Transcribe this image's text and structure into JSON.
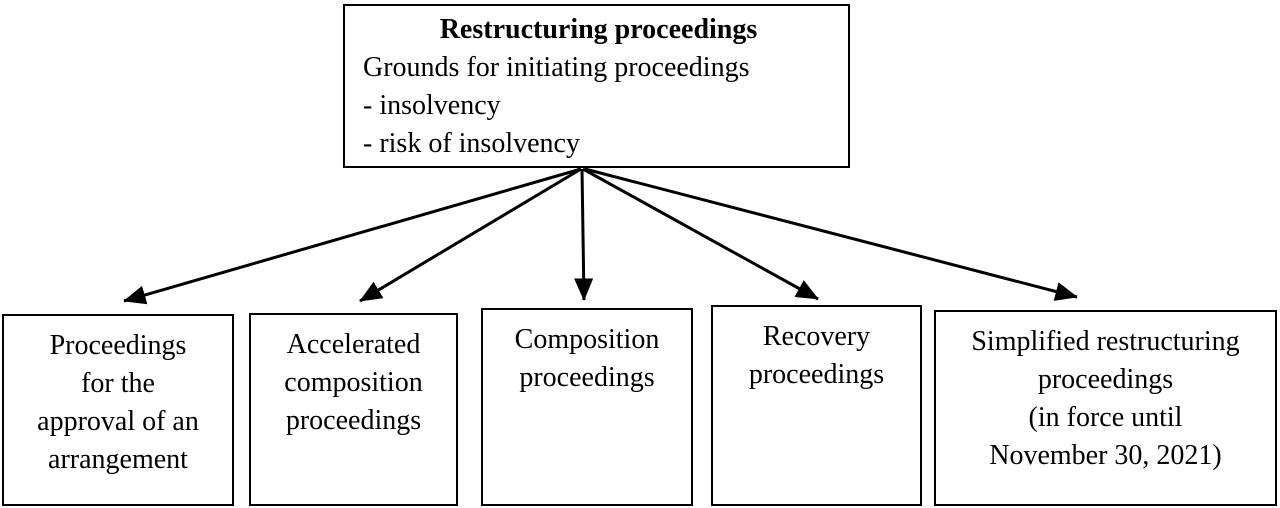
{
  "colors": {
    "border": "#000000",
    "text": "#000000",
    "background": "#ffffff"
  },
  "root_box": {
    "title": "Restructuring proceedings",
    "subtitle": "Grounds for initiating proceedings",
    "grounds": [
      "- insolvency",
      "- risk of insolvency"
    ]
  },
  "children": [
    {
      "label": "Proceedings\nfor the\napproval of an\narrangement"
    },
    {
      "label": "Accelerated\ncomposition\nproceedings"
    },
    {
      "label": "Composition\nproceedings"
    },
    {
      "label": "Recovery\nproceedings"
    },
    {
      "label": "Simplified restructuring\nproceedings\n(in force until\nNovember 30, 2021)"
    }
  ]
}
